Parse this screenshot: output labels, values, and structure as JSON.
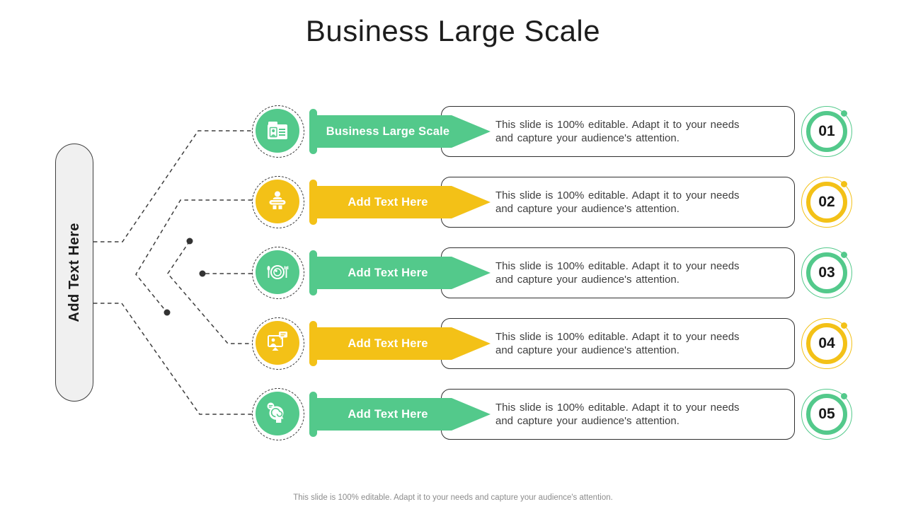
{
  "slide": {
    "title": "Business Large Scale",
    "sidebar_label": "Add Text Here",
    "footer": "This slide is 100% editable. Adapt it to your needs and capture your audience's attention."
  },
  "colors": {
    "green": "#53C98B",
    "yellow": "#F3C117",
    "line": "#3e3e3e"
  },
  "rows": [
    {
      "number": "01",
      "color": "green",
      "icon": "id-card-icon",
      "banner_label": "Business Large Scale",
      "description": "This slide is 100% editable. Adapt it to your needs and capture your audience's attention."
    },
    {
      "number": "02",
      "color": "yellow",
      "icon": "subscriber-icon",
      "banner_label": "Add Text Here",
      "description": "This slide is 100% editable. Adapt it to your needs and capture your audience's attention."
    },
    {
      "number": "03",
      "color": "green",
      "icon": "food-plate-icon",
      "banner_label": "Add Text Here",
      "description": "This slide is 100% editable. Adapt it to your needs and capture your audience's attention."
    },
    {
      "number": "04",
      "color": "yellow",
      "icon": "video-chat-icon",
      "banner_label": "Add Text Here",
      "description": "This slide is 100% editable. Adapt it to your needs and capture your audience's attention."
    },
    {
      "number": "05",
      "color": "green",
      "icon": "creative-mind-icon",
      "banner_label": "Add Text Here",
      "description": "This slide is 100% editable. Adapt it to your needs and capture your audience's attention."
    }
  ]
}
